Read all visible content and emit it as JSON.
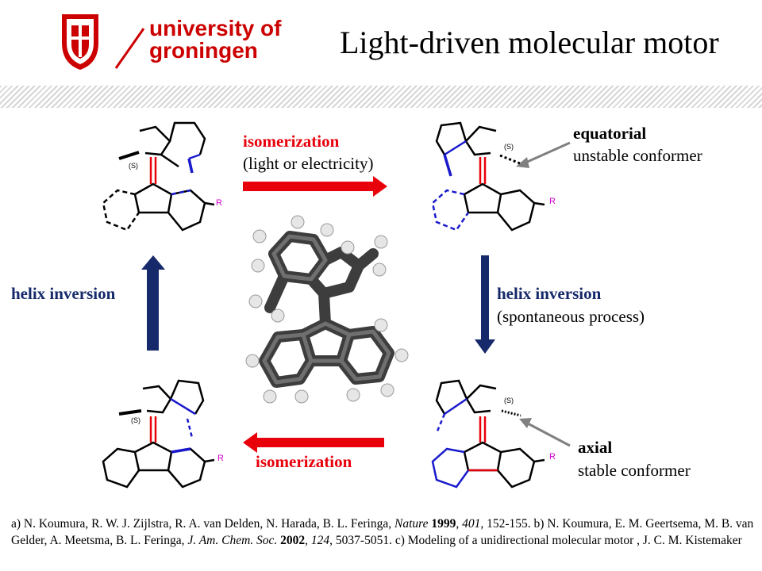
{
  "header": {
    "logo_line1": "university of",
    "logo_line2": "groningen",
    "title": "Light-driven molecular motor"
  },
  "labels": {
    "top_arrow_line1": "isomerization",
    "top_arrow_line2": "(light or electricity)",
    "right_arrow_line1": "helix inversion",
    "right_arrow_line2": "(spontaneous process)",
    "left_arrow": "helix inversion",
    "bottom_arrow": "isomerization",
    "equatorial_line1": "equatorial",
    "equatorial_line2": "unstable conformer",
    "axial_line1": "axial",
    "axial_line2": "stable conformer",
    "stereo": "(S)",
    "substituent": "R"
  },
  "colors": {
    "brand_red": "#cc0000",
    "arrow_red": "#e8000b",
    "arrow_navy": "#16296a",
    "bond_blue": "#1a1acc",
    "gray_pointer": "#808080"
  },
  "references": {
    "a_prefix": "a) N. Koumura, R. W. J. Zijlstra,  R. A. van Delden, N. Harada, B. L. Feringa, ",
    "a_journal": "Nature",
    "a_year": "1999",
    "a_vol": "401",
    "a_pages": ", 152-155. b) N. Koumura,  E. M. Geertsema, M. B. van Gelder, A. Meetsma, B. L. Feringa, ",
    "b_journal": "J. Am. Chem. Soc.",
    "b_year": "2002",
    "b_vol": "124",
    "b_pages": ", 5037-5051. c) Modeling of a unidirectional molecular motor , J. C. M. Kistemaker"
  }
}
